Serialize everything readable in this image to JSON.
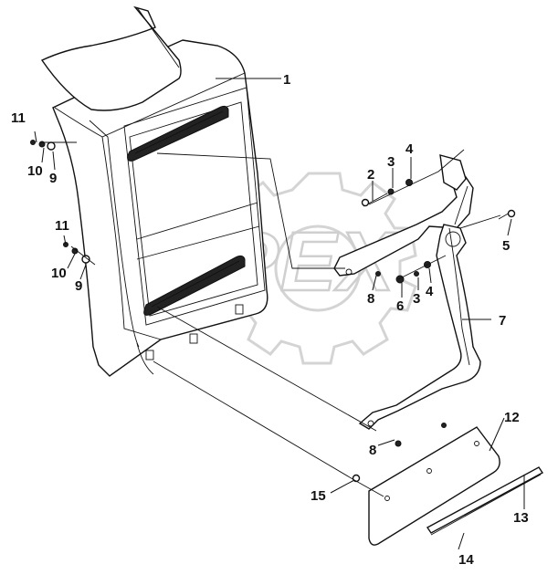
{
  "watermark": {
    "text": "OPEX"
  },
  "callouts": [
    {
      "id": "1",
      "label": "1"
    },
    {
      "id": "2",
      "label": "2"
    },
    {
      "id": "3a",
      "label": "3"
    },
    {
      "id": "4a",
      "label": "4"
    },
    {
      "id": "5",
      "label": "5"
    },
    {
      "id": "6",
      "label": "6"
    },
    {
      "id": "3b",
      "label": "3"
    },
    {
      "id": "4b",
      "label": "4"
    },
    {
      "id": "7",
      "label": "7"
    },
    {
      "id": "8a",
      "label": "8"
    },
    {
      "id": "8b",
      "label": "8"
    },
    {
      "id": "9a",
      "label": "9"
    },
    {
      "id": "10a",
      "label": "10"
    },
    {
      "id": "11a",
      "label": "11"
    },
    {
      "id": "9b",
      "label": "9"
    },
    {
      "id": "10b",
      "label": "10"
    },
    {
      "id": "11b",
      "label": "11"
    },
    {
      "id": "12",
      "label": "12"
    },
    {
      "id": "13",
      "label": "13"
    },
    {
      "id": "14",
      "label": "14"
    },
    {
      "id": "15",
      "label": "15"
    }
  ]
}
